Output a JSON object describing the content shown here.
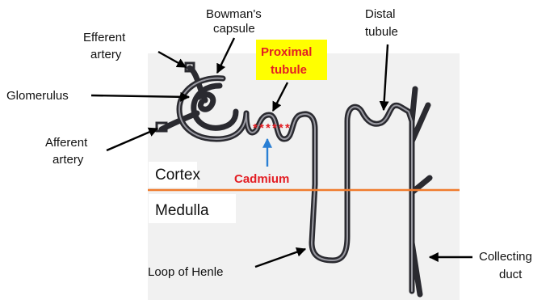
{
  "labels": {
    "bowmans_line1": "Bowman's",
    "bowmans_line2": "capsule",
    "distal_line1": "Distal",
    "distal_line2": "tubule",
    "efferent_line1": "Efferent",
    "efferent_line2": "artery",
    "proximal_line1": "Proximal",
    "proximal_line2": "tubule",
    "glomerulus": "Glomerulus",
    "afferent_line1": "Afferent",
    "afferent_line2": "artery",
    "cortex": "Cortex",
    "cadmium": "Cadmium",
    "medulla": "Medulla",
    "loop_of_henle": "Loop of Henle",
    "collecting_line1": "Collecting",
    "collecting_line2": "duct",
    "cadmium_marks": "* * * * * *"
  },
  "colors": {
    "highlight": "#ffff00",
    "cadmium": "#e31e24",
    "boundary": "#f07c2e",
    "cadmium_arrow": "#2a7fd4",
    "panel": "#f1f1f1"
  }
}
